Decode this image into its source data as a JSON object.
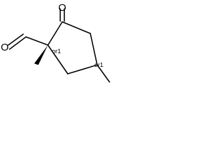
{
  "molecule": {
    "atoms": {
      "ketone_oxygen": "O",
      "aldehyde_oxygen": "O"
    },
    "stereo_labels": {
      "c1": "or1",
      "c4": "or1"
    },
    "colors": {
      "bond": "#000000",
      "background": "#ffffff"
    }
  }
}
